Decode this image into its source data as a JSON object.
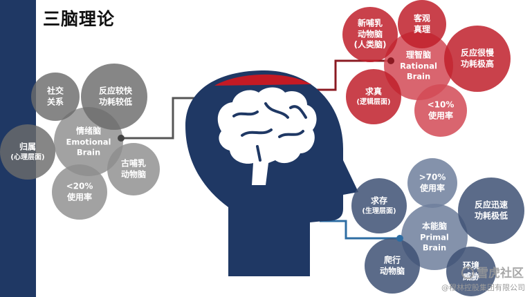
{
  "title": "三脑理论",
  "colors": {
    "navy": "#1f3864",
    "red": "#c0202c",
    "red_light": "#d24a56",
    "gray": "#6b6b6b",
    "gray_light": "#8e8e8e",
    "blue_gray": "#3e5174",
    "blue_gray_light": "#6e7f9c"
  },
  "emotional": {
    "center": [
      "情绪脑",
      "Emotional",
      "Brain"
    ],
    "social": [
      "社交",
      "关系"
    ],
    "reaction": [
      "反应较快",
      "功耗较低"
    ],
    "belonging": [
      "归属",
      "(心理层面)"
    ],
    "ancient": [
      "古哺乳",
      "动物脑"
    ],
    "usage": [
      "<20%",
      "使用率"
    ]
  },
  "rational": {
    "center": [
      "理智脑",
      "Rational",
      "Brain"
    ],
    "new_mammal": [
      "新哺乳",
      "动物脑",
      "(人类脑)"
    ],
    "truth": [
      "客观",
      "真理"
    ],
    "reaction": [
      "反应很慢",
      "功耗极高"
    ],
    "seek_truth": [
      "求真",
      "(逻辑层面)"
    ],
    "usage": [
      "<10%",
      "使用率"
    ]
  },
  "primal": {
    "center": [
      "本能脑",
      "Primal",
      "Brain"
    ],
    "survival": [
      "求存",
      "(生理层面)"
    ],
    "usage": [
      ">70%",
      "使用率"
    ],
    "reaction": [
      "反应迅速",
      "功耗极低"
    ],
    "reptile": [
      "爬行",
      "动物脑"
    ],
    "threat": [
      "环境",
      "威胁"
    ]
  },
  "watermark": "雪虎社区",
  "copyright": "@穆林控股集团有限公司"
}
